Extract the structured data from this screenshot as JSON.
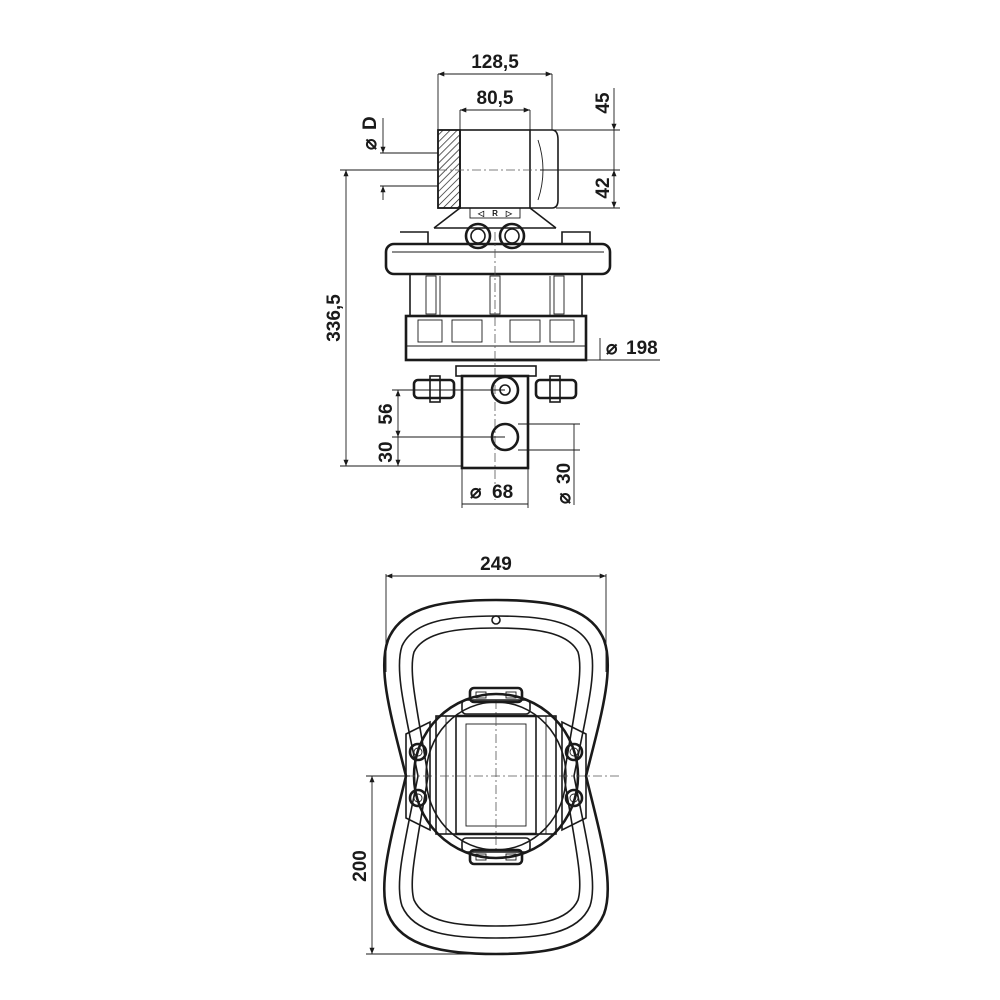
{
  "dimensions": {
    "width_top": "128,5",
    "width_inner": "80,5",
    "diameter_d": "D",
    "height_45": "45",
    "height_42": "42",
    "total_height": "336,5",
    "diameter_198": "198",
    "height_56": "56",
    "height_30_left": "30",
    "diameter_30": "30",
    "diameter_68": "68",
    "width_249": "249",
    "height_200": "200"
  },
  "port_labels": {
    "left": "◁",
    "center": "R",
    "right": "▷"
  },
  "symbols": {
    "diameter": "⌀"
  },
  "colors": {
    "line": "#1a1a1a",
    "background": "#ffffff"
  }
}
